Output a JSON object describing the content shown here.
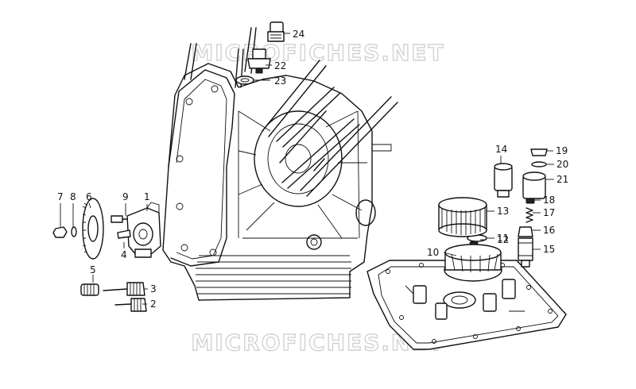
{
  "watermark": {
    "top": "MICROFICHES.NET",
    "bottom": "MICROFICHES.NET"
  },
  "callouts": [
    "1",
    "2",
    "3",
    "4",
    "5",
    "6",
    "7",
    "8",
    "9",
    "10",
    "11",
    "12",
    "13",
    "14",
    "15",
    "16",
    "17",
    "18",
    "19",
    "20",
    "21",
    "22",
    "23",
    "24"
  ]
}
